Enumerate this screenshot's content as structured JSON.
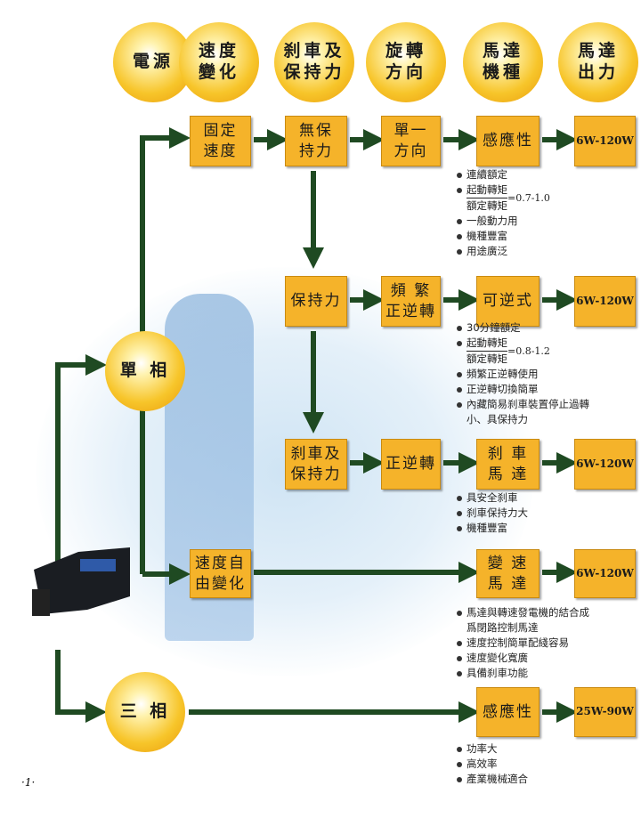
{
  "headers": [
    "電源",
    "速度\n變化",
    "刹車及\n保持力",
    "旋轉\n方向",
    "馬達\n機種",
    "馬達\n出力"
  ],
  "phases": {
    "single": "單 相",
    "three": "三 相"
  },
  "boxes": {
    "fixed_speed": "固定\n速度",
    "no_hold": "無保\n持力",
    "one_dir": "單一\n方向",
    "induction": "感應性",
    "out1": "6W-120W",
    "hold": "保持力",
    "frequent": "頻 繁\n正逆轉",
    "reversible": "可逆式",
    "out2": "6W-120W",
    "brake_hold": "刹車及\n保持力",
    "fwd_rev": "正逆轉",
    "brake_motor": "刹 車\n馬 達",
    "out3": "6W-120W",
    "variable": "速度自\n由變化",
    "var_motor": "變 速\n馬 達",
    "out4": "6W-120W",
    "induction3": "感應性",
    "out5": "25W-90W"
  },
  "notes": {
    "induction": {
      "a": "連續額定",
      "num": "起動轉矩",
      "den": "額定轉矩",
      "ratio": "=0.7-1.0",
      "c": "一般動力用",
      "d": "機種豐富",
      "e": "用途廣泛"
    },
    "reversible": {
      "a": "30分鐘額定",
      "num": "起動轉矩",
      "den": "額定轉矩",
      "ratio": "=0.8-1.2",
      "c": "頻繁正逆轉使用",
      "d": "正逆轉切換簡單",
      "e": "內藏簡易刹車裝置停止過轉",
      "f": "小、具保持力"
    },
    "brake": [
      "具安全刹車",
      "刹車保持力大",
      "機種豐富"
    ],
    "variable": {
      "a": "馬達與轉速發電機的結合成",
      "a2": "爲閉路控制馬達",
      "b": "速度控制簡單配綫容易",
      "c": "速度變化寬廣",
      "d": "具備刹車功能"
    },
    "three": [
      "功率大",
      "高效率",
      "產業機械適合"
    ]
  },
  "page_number": "·1·",
  "colors": {
    "box": "#f5b32a",
    "arrow": "#1f4a22"
  }
}
